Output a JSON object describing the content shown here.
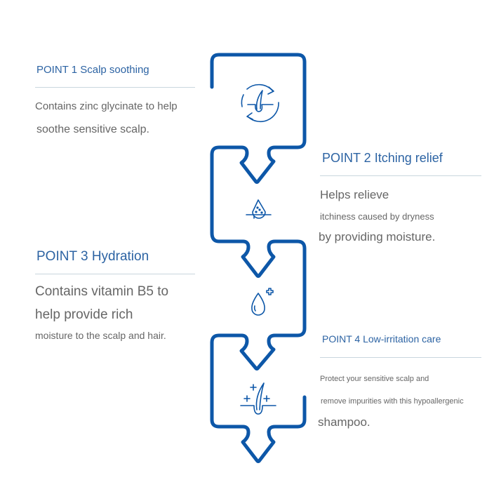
{
  "colors": {
    "path_stroke": "#0d57a8",
    "heading": "#2c63a3",
    "body_text": "#666666",
    "rule": "#c9d6de"
  },
  "points": [
    {
      "heading": "POINT 1 Scalp soothing",
      "icon": "hair-follicle-cycle-icon",
      "lines": [
        "Contains zinc glycinate to help",
        "soothe sensitive scalp."
      ]
    },
    {
      "heading": "POINT 2 Itching relief",
      "icon": "moisture-drop-icon",
      "lines": [
        "Helps relieve",
        "itchiness caused by dryness",
        "by providing moisture."
      ]
    },
    {
      "heading": "POINT 3 Hydration",
      "icon": "drop-plus-icon",
      "lines": [
        "Contains vitamin B5 to",
        "help provide rich",
        "moisture to the scalp and hair."
      ]
    },
    {
      "heading": "POINT 4 Low-irritation care",
      "icon": "sparkle-hair-icon",
      "lines": [
        "Protect your sensitive scalp and",
        "remove impurities with this hypoallergenic",
        "shampoo."
      ]
    }
  ]
}
